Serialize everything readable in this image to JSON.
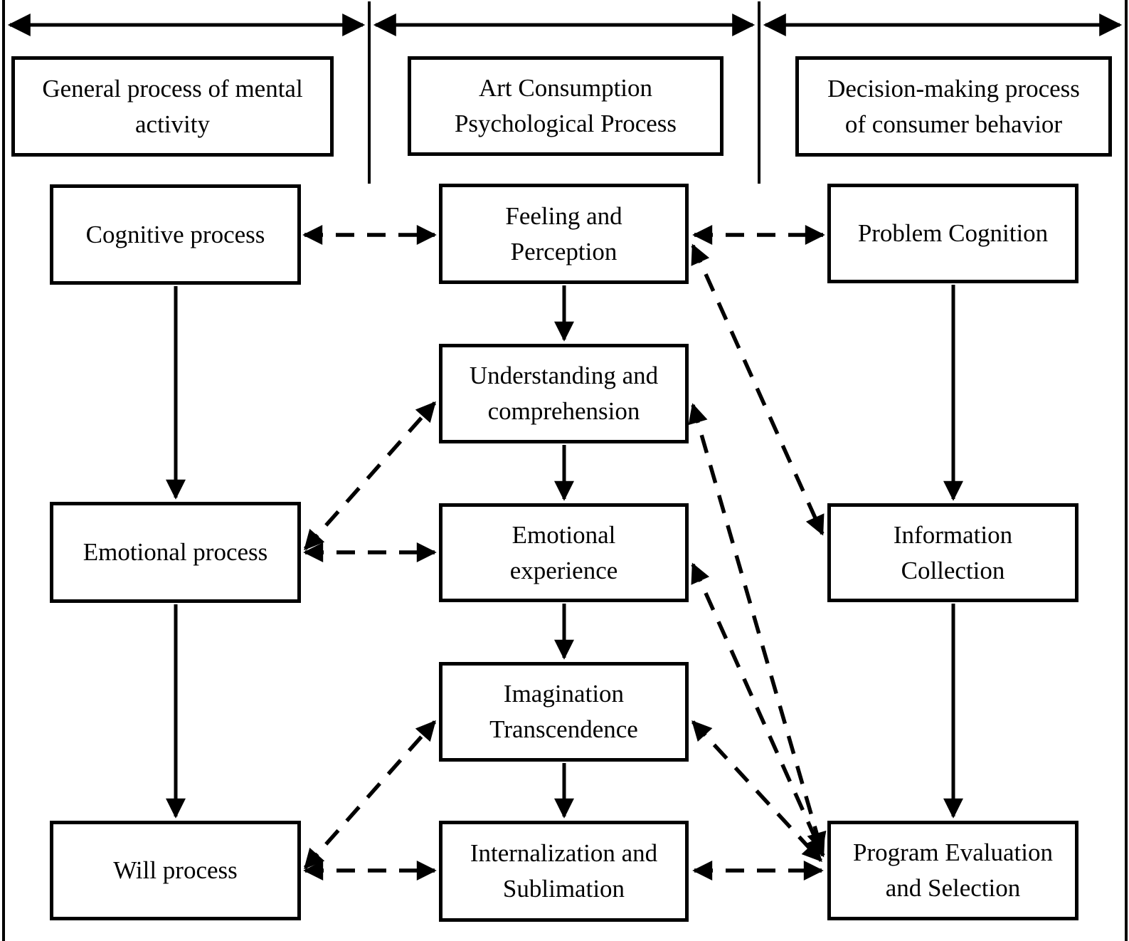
{
  "figure": {
    "type": "flow-diagram",
    "background": "#ffffff"
  },
  "colors": {
    "line": "#000000",
    "text": "#000000",
    "box_fill": "#ffffff",
    "box_border": "#000000"
  },
  "headers": {
    "left": {
      "label": "General process of mental\nactivity"
    },
    "middle": {
      "label": "Art Consumption\nPsychological Process"
    },
    "right": {
      "label": "Decision-making process\nof consumer behavior"
    }
  },
  "boxes": {
    "cognitive_process": {
      "label": "Cognitive process"
    },
    "emotional_process": {
      "label": "Emotional process"
    },
    "will_process": {
      "label": "Will process"
    },
    "feeling_and_perception": {
      "label": "Feeling and\nPerception"
    },
    "understanding_and_comprehension": {
      "label": "Understanding and\ncomprehension"
    },
    "emotional_experience": {
      "label": "Emotional\nexperience"
    },
    "imagination_transcendence": {
      "label": "Imagination\nTranscendence"
    },
    "internalization_and_sublimation": {
      "label": "Internalization and\nSublimation"
    },
    "problem_cognition": {
      "label": "Problem Cognition"
    },
    "information_collection": {
      "label": "Information\nCollection"
    },
    "program_evaluation_and_selection": {
      "label": "Program Evaluation\nand Selection"
    }
  },
  "connections": {
    "solid_arrows": [
      {
        "from": "cognitive_process",
        "to": "emotional_process"
      },
      {
        "from": "emotional_process",
        "to": "will_process"
      },
      {
        "from": "feeling_and_perception",
        "to": "understanding_and_comprehension"
      },
      {
        "from": "understanding_and_comprehension",
        "to": "emotional_experience"
      },
      {
        "from": "emotional_experience",
        "to": "imagination_transcendence"
      },
      {
        "from": "imagination_transcendence",
        "to": "internalization_and_sublimation"
      },
      {
        "from": "problem_cognition",
        "to": "information_collection"
      },
      {
        "from": "information_collection",
        "to": "program_evaluation_and_selection"
      }
    ],
    "dashed_bidirectional_arrows": [
      {
        "a": "cognitive_process",
        "b": "feeling_and_perception"
      },
      {
        "a": "feeling_and_perception",
        "b": "problem_cognition"
      },
      {
        "a": "emotional_process",
        "b": "emotional_experience"
      },
      {
        "a": "emotional_process",
        "b": "understanding_and_comprehension"
      },
      {
        "a": "will_process",
        "b": "internalization_and_sublimation"
      },
      {
        "a": "will_process",
        "b": "imagination_transcendence"
      },
      {
        "a": "feeling_and_perception",
        "b": "information_collection"
      },
      {
        "a": "understanding_and_comprehension",
        "b": "program_evaluation_and_selection"
      },
      {
        "a": "emotional_experience",
        "b": "program_evaluation_and_selection"
      },
      {
        "a": "imagination_transcendence",
        "b": "program_evaluation_and_selection"
      },
      {
        "a": "internalization_and_sublimation",
        "b": "program_evaluation_and_selection"
      }
    ]
  }
}
